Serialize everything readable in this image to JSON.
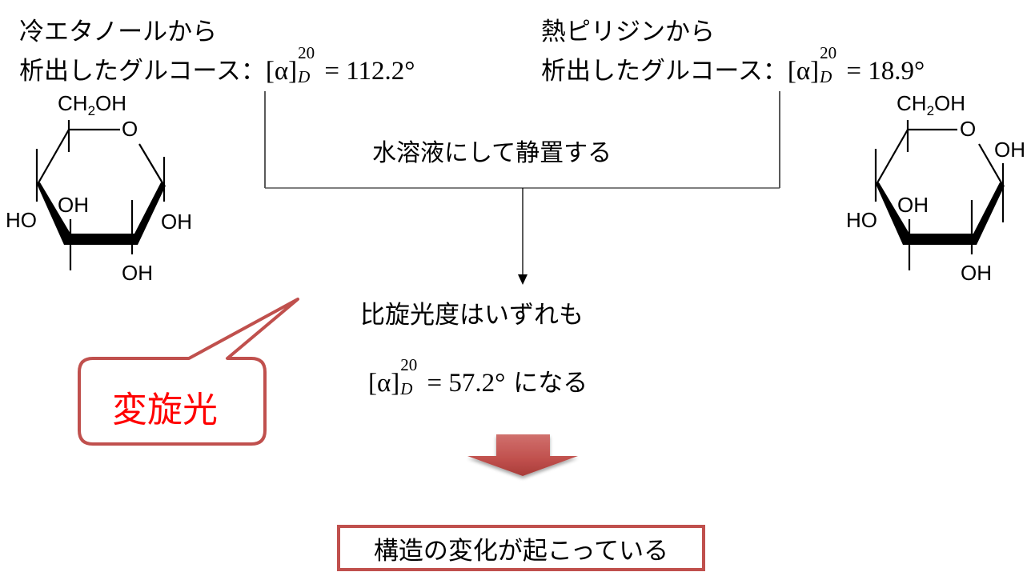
{
  "left_sample": {
    "line1": "冷エタノールから",
    "line2": "析出したグルコース：",
    "rotation": {
      "symbol": "[α]",
      "superscript": "20",
      "subscript": "D",
      "equals": "=",
      "value": "112.2°"
    },
    "molecule": {
      "name": "α-glucose",
      "labels": {
        "ch2oh": "CH",
        "sub2": "2",
        "oh_suffix": "OH",
        "ring_o": "O",
        "ho_left": "HO",
        "oh_upper": "OH",
        "oh_right": "OH",
        "oh_bottom": "OH"
      }
    }
  },
  "right_sample": {
    "line1": "熱ピリジンから",
    "line2": "析出したグルコース：",
    "rotation": {
      "symbol": "[α]",
      "superscript": "20",
      "subscript": "D",
      "equals": "=",
      "value": "18.9°"
    },
    "molecule": {
      "name": "β-glucose",
      "labels": {
        "ch2oh": "CH",
        "sub2": "2",
        "oh_suffix": "OH",
        "ring_o": "O",
        "oh_anomeric": "OH",
        "ho_left": "HO",
        "oh_upper": "OH",
        "oh_bottom": "OH"
      }
    }
  },
  "process_step": {
    "label": "水溶液にして静置する"
  },
  "outcome": {
    "line1": "比旋光度はいずれも",
    "rotation": {
      "symbol": "[α]",
      "superscript": "20",
      "subscript": "D",
      "equals": "=",
      "value": "57.2°"
    },
    "suffix": "になる"
  },
  "callout": {
    "label": "変旋光",
    "border_color": "#c0504d",
    "text_color": "#ff0000"
  },
  "conclusion": {
    "label": "構造の変化が起こっている",
    "border_color": "#c0504d",
    "arrow_color": "#c0504d"
  }
}
